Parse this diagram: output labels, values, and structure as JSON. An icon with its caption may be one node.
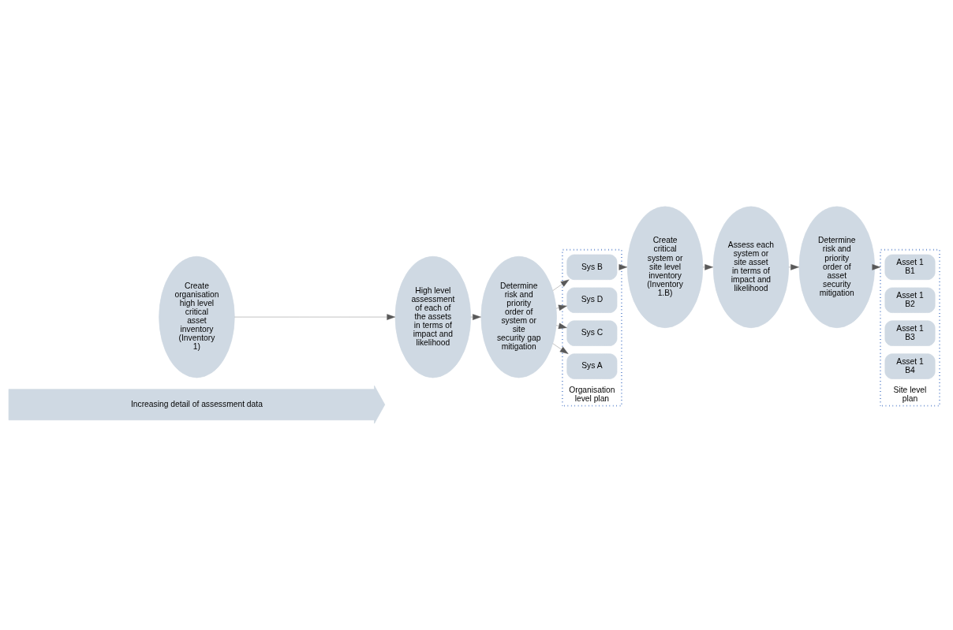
{
  "diagram": {
    "nodes": [
      {
        "text": [
          "Increasing detail of assessment data"
        ]
      },
      {
        "text": [
          "Create organisation high level critical asset inventory (Inventory 1)"
        ]
      },
      {
        "text": [
          "High level assessment of each of the assets in terms of impact and likelihood"
        ]
      },
      {
        "text": [
          "Determine risk and priority order of system or site security gap mitigation"
        ]
      },
      {
        "text": [
          "Organisation level plan"
        ]
      },
      {
        "text": [
          "Sys B"
        ],
        "in": 4
      },
      {
        "text": [
          "Sys D"
        ],
        "in": 4
      },
      {
        "text": [
          "Sys C"
        ],
        "in": 4
      },
      {
        "text": [
          "Sys A"
        ],
        "in": 4
      },
      {
        "text": [
          "Create critical system or site level inventory (Inventory 1.B)"
        ]
      },
      {
        "text": [
          "Assess each system or site asset in terms of impact and likelihood"
        ]
      },
      {
        "text": [
          "Determine risk and priority order of asset security mitigation"
        ]
      },
      {
        "text": [
          "Site level plan"
        ]
      },
      {
        "text": [
          "Asset 1 B1"
        ],
        "in": 12
      },
      {
        "text": [
          "Asset 1 B2"
        ],
        "in": 12
      },
      {
        "text": [
          "Asset 1 B3"
        ],
        "in": 12
      },
      {
        "text": [
          "Asset 1 B4"
        ],
        "in": 12
      }
    ],
    "edges": [
      {
        "from": 1,
        "to": 2,
        "arrow": "to"
      },
      {
        "from": 2,
        "to": 3,
        "arrow": "to"
      },
      {
        "from": 3,
        "to": 5,
        "arrow": "to"
      },
      {
        "from": 3,
        "to": 6,
        "arrow": "to"
      },
      {
        "from": 3,
        "to": 7,
        "arrow": "to"
      },
      {
        "from": 3,
        "to": 8,
        "arrow": "to"
      },
      {
        "from": 4,
        "to": 9,
        "arrow": "to"
      },
      {
        "from": 9,
        "to": 10,
        "arrow": "to"
      },
      {
        "from": 10,
        "to": 11,
        "arrow": "to"
      },
      {
        "from": 11,
        "to": 12,
        "arrow": "to"
      }
    ]
  }
}
